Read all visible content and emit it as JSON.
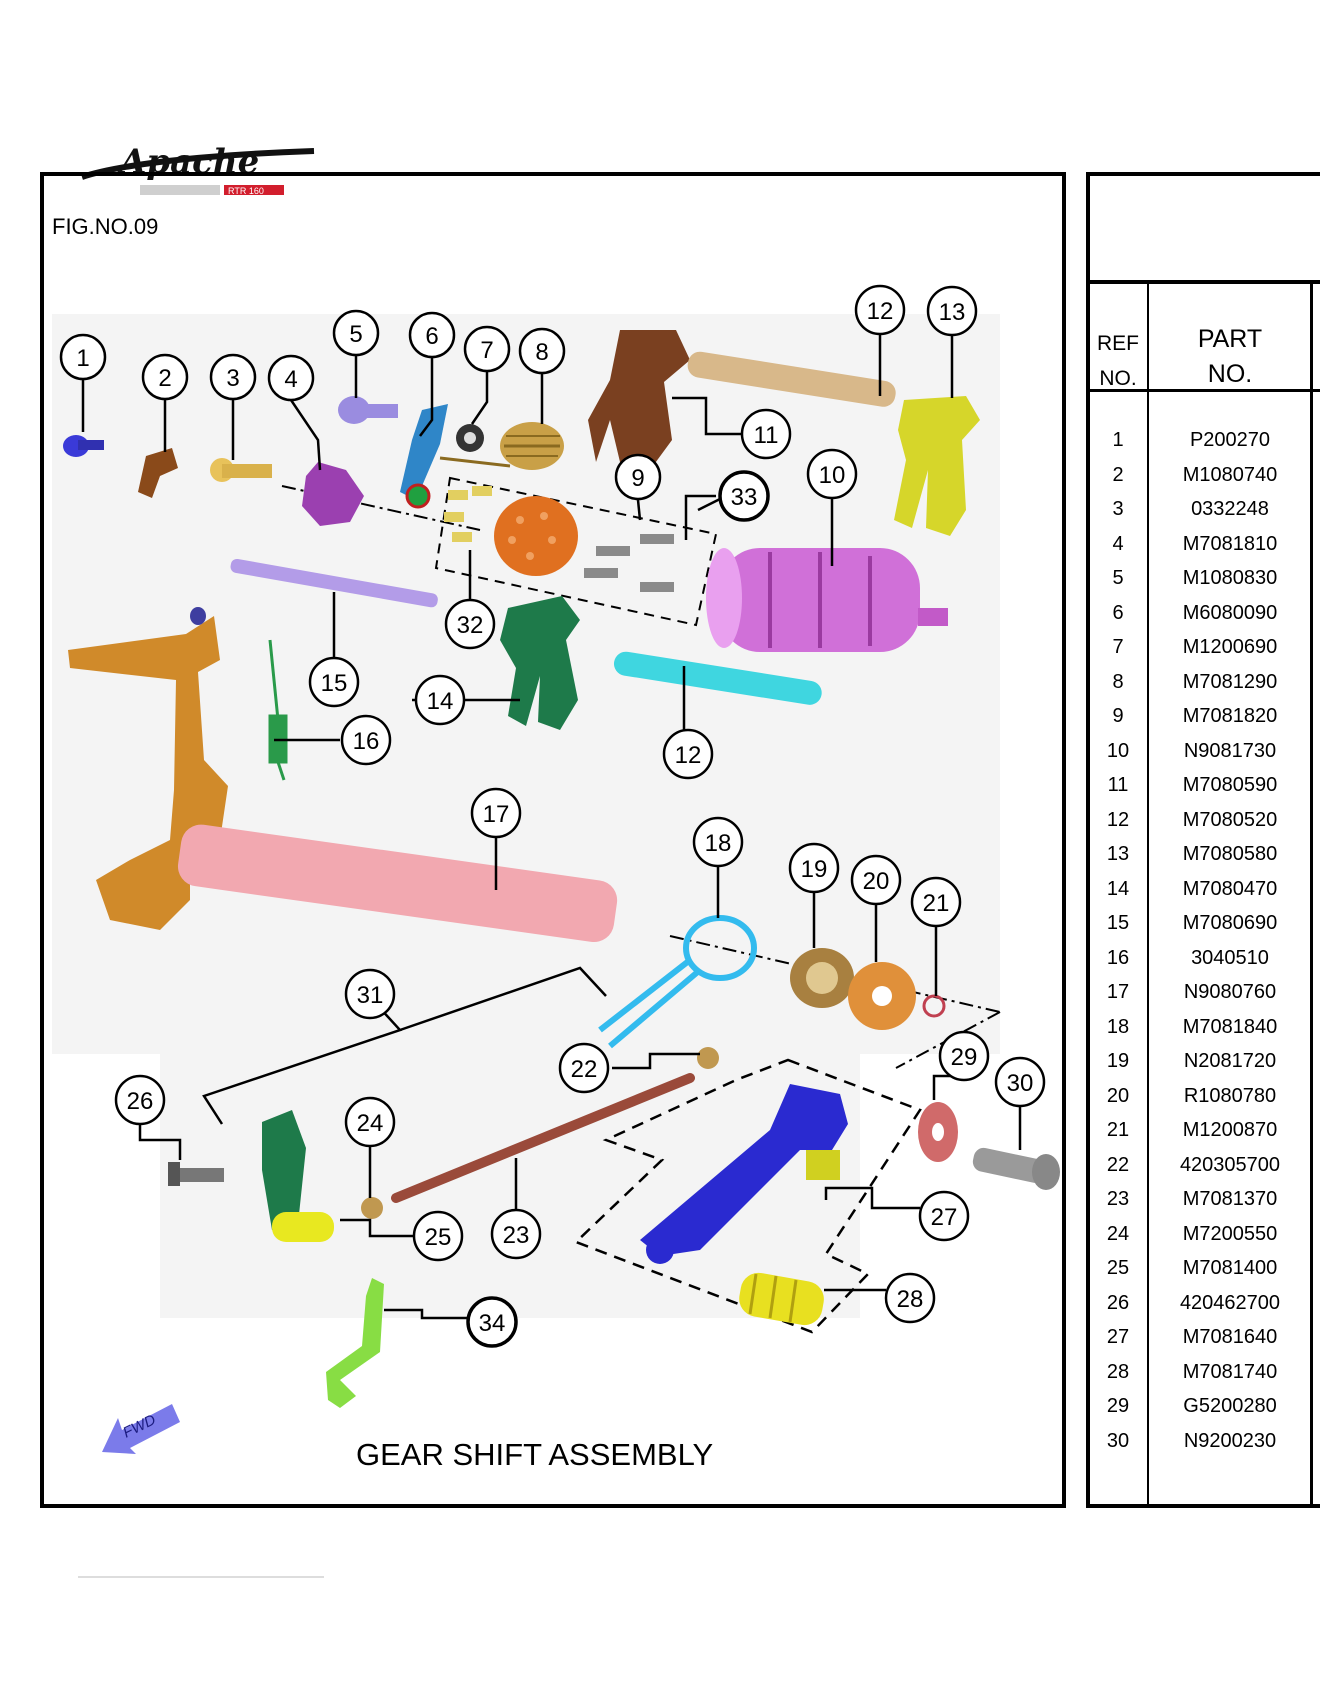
{
  "header": {
    "logo_text": "Apache",
    "logo_sub": "RTR 160"
  },
  "figure": {
    "number": "FIG.NO.09",
    "title": "GEAR SHIFT ASSEMBLY",
    "fwd_label": "FWD"
  },
  "table": {
    "headers": {
      "ref_line1": "REF",
      "ref_line2": "NO.",
      "part_line1": "PART",
      "part_line2": "NO."
    },
    "rows": [
      {
        "ref": "1",
        "part": "P200270"
      },
      {
        "ref": "2",
        "part": "M1080740"
      },
      {
        "ref": "3",
        "part": "0332248"
      },
      {
        "ref": "4",
        "part": "M7081810"
      },
      {
        "ref": "5",
        "part": "M1080830"
      },
      {
        "ref": "6",
        "part": "M6080090"
      },
      {
        "ref": "7",
        "part": "M1200690"
      },
      {
        "ref": "8",
        "part": "M7081290"
      },
      {
        "ref": "9",
        "part": "M7081820"
      },
      {
        "ref": "10",
        "part": "N9081730"
      },
      {
        "ref": "11",
        "part": "M7080590"
      },
      {
        "ref": "12",
        "part": "M7080520"
      },
      {
        "ref": "13",
        "part": "M7080580"
      },
      {
        "ref": "14",
        "part": "M7080470"
      },
      {
        "ref": "15",
        "part": "M7080690"
      },
      {
        "ref": "16",
        "part": "3040510"
      },
      {
        "ref": "17",
        "part": "N9080760"
      },
      {
        "ref": "18",
        "part": "M7081840"
      },
      {
        "ref": "19",
        "part": "N2081720"
      },
      {
        "ref": "20",
        "part": "R1080780"
      },
      {
        "ref": "21",
        "part": "M1200870"
      },
      {
        "ref": "22",
        "part": "420305700"
      },
      {
        "ref": "23",
        "part": "M7081370"
      },
      {
        "ref": "24",
        "part": "M7200550"
      },
      {
        "ref": "25",
        "part": "M7081400"
      },
      {
        "ref": "26",
        "part": "420462700"
      },
      {
        "ref": "27",
        "part": "M7081640"
      },
      {
        "ref": "28",
        "part": "M7081740"
      },
      {
        "ref": "29",
        "part": "G5200280"
      },
      {
        "ref": "30",
        "part": "N9200230"
      }
    ]
  },
  "callouts": [
    "1",
    "2",
    "3",
    "4",
    "5",
    "6",
    "7",
    "8",
    "9",
    "10",
    "11",
    "12",
    "13",
    "14",
    "15",
    "16",
    "17",
    "18",
    "19",
    "20",
    "21",
    "22",
    "23",
    "24",
    "25",
    "26",
    "27",
    "28",
    "29",
    "30",
    "31",
    "32",
    "33",
    "34",
    "12"
  ]
}
